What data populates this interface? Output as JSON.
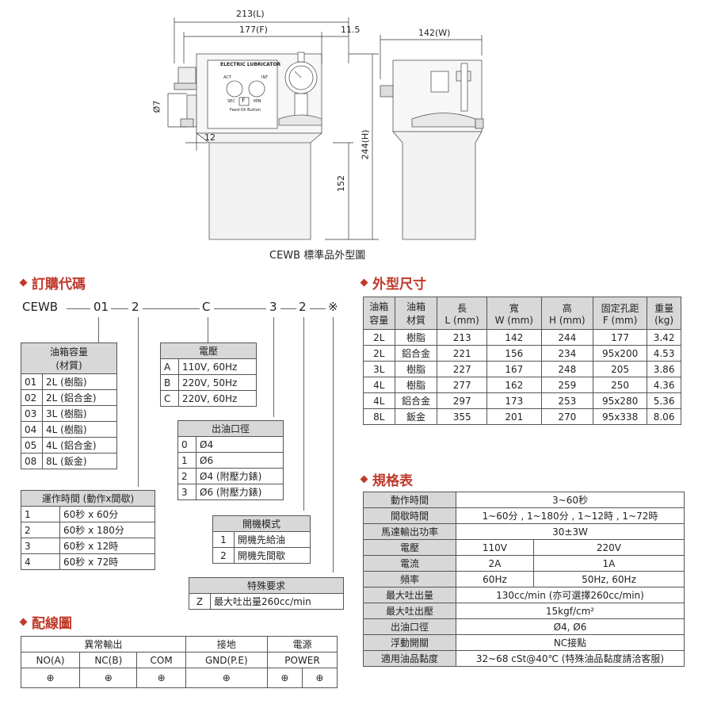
{
  "drawing": {
    "dim_L": "213(L)",
    "dim_F": "177(F)",
    "dim_11_5": "11.5",
    "dim_W": "142(W)",
    "dim_7": "Ø7",
    "dim_12": "12",
    "dim_152": "152",
    "dim_H": "244(H)",
    "panel_label": "ELECTRIC LUBRICATOR",
    "act_label": "ACT",
    "int_label": "INT",
    "sec_label": "SEC",
    "min_label": "MIN",
    "button_letter": "F",
    "button_label": "Feed-Oil Button",
    "caption": "CEWB 標準品外型圖"
  },
  "order": {
    "title": "訂購代碼",
    "code": [
      "CEWB",
      "01",
      "2",
      "C",
      "3",
      "2",
      "※"
    ],
    "capacity": {
      "header": "油箱容量\n(材質)",
      "rows": [
        [
          "01",
          "2L (樹脂)"
        ],
        [
          "02",
          "2L (鋁合金)"
        ],
        [
          "03",
          "3L (樹脂)"
        ],
        [
          "04",
          "4L (樹脂)"
        ],
        [
          "05",
          "4L (鋁合金)"
        ],
        [
          "08",
          "8L (鈑金)"
        ]
      ]
    },
    "voltage": {
      "header": "電壓",
      "rows": [
        [
          "A",
          "110V, 60Hz"
        ],
        [
          "B",
          "220V, 50Hz"
        ],
        [
          "C",
          "220V, 60Hz"
        ]
      ]
    },
    "outlet": {
      "header": "出油口徑",
      "rows": [
        [
          "0",
          "Ø4"
        ],
        [
          "1",
          "Ø6"
        ],
        [
          "2",
          "Ø4 (附壓力錶)"
        ],
        [
          "3",
          "Ø6 (附壓力錶)"
        ]
      ]
    },
    "timing": {
      "header": "運作時間 (動作x間歇)",
      "rows": [
        [
          "1",
          "60秒 x 60分"
        ],
        [
          "2",
          "60秒 x 180分"
        ],
        [
          "3",
          "60秒 x 12時"
        ],
        [
          "4",
          "60秒 x 72時"
        ]
      ]
    },
    "startup": {
      "header": "開機模式",
      "rows": [
        [
          "1",
          "開機先給油"
        ],
        [
          "2",
          "開機先間歇"
        ]
      ]
    },
    "special": {
      "header": "特殊要求",
      "rows": [
        [
          "Z",
          "最大吐出量260cc/min"
        ]
      ]
    }
  },
  "dimensions": {
    "title": "外型尺寸",
    "headers": [
      "油箱\n容量",
      "油箱\n材質",
      "長\nL (mm)",
      "寬\nW (mm)",
      "高\nH (mm)",
      "固定孔距\nF (mm)",
      "重量\n(kg)"
    ],
    "rows": [
      [
        "2L",
        "樹脂",
        "213",
        "142",
        "244",
        "177",
        "3.42"
      ],
      [
        "2L",
        "鋁合金",
        "221",
        "156",
        "234",
        "95x200",
        "4.53"
      ],
      [
        "3L",
        "樹脂",
        "227",
        "167",
        "248",
        "205",
        "3.86"
      ],
      [
        "4L",
        "樹脂",
        "277",
        "162",
        "259",
        "250",
        "4.36"
      ],
      [
        "4L",
        "鋁合金",
        "297",
        "173",
        "253",
        "95x280",
        "5.36"
      ],
      [
        "8L",
        "鈑金",
        "355",
        "201",
        "270",
        "95x338",
        "8.06"
      ]
    ]
  },
  "specs": {
    "title": "規格表",
    "rows": [
      {
        "label": "動作時間",
        "value": "3~60秒"
      },
      {
        "label": "間歇時間",
        "value": "1~60分 , 1~180分 , 1~12時 , 1~72時"
      },
      {
        "label": "馬達輸出功率",
        "value": "30±3W"
      },
      {
        "label": "電壓",
        "a": "110V",
        "b": "220V"
      },
      {
        "label": "電流",
        "a": "2A",
        "b": "1A"
      },
      {
        "label": "頻率",
        "a": "60Hz",
        "b": "50Hz, 60Hz"
      },
      {
        "label": "最大吐出量",
        "value": "130cc/min (亦可選擇260cc/min)"
      },
      {
        "label": "最大吐出壓",
        "value": "15kgf/cm²"
      },
      {
        "label": "出油口徑",
        "value": "Ø4, Ø6"
      },
      {
        "label": "浮動開關",
        "value": "NC接點"
      },
      {
        "label": "適用油品黏度",
        "value": "32~68 cSt@40℃ (特殊油品黏度請洽客服)"
      }
    ]
  },
  "wiring": {
    "title": "配線圖",
    "group_headers": [
      "異常輸出",
      "接地",
      "電源"
    ],
    "columns": [
      "NO(A)",
      "NC(B)",
      "COM",
      "GND(P.E)",
      "POWER"
    ],
    "symbol": "⊕"
  },
  "colors": {
    "accent": "#c0392b",
    "header_bg": "#d8d8d8"
  }
}
